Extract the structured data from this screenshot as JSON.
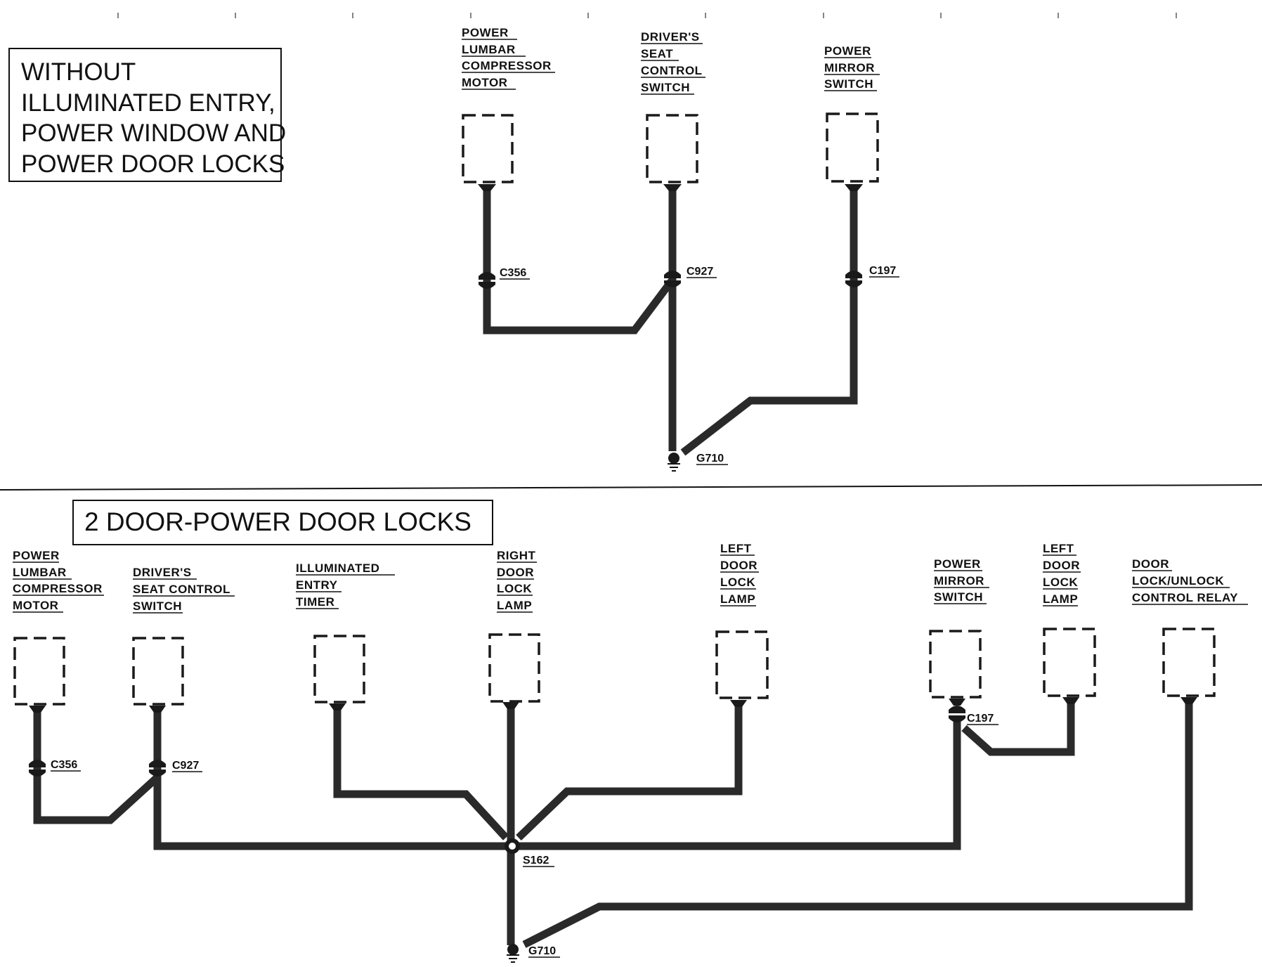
{
  "top_section": {
    "title_lines": [
      "WITHOUT",
      "ILLUMINATED ENTRY,",
      "POWER WINDOW AND",
      "POWER DOOR LOCKS"
    ],
    "components": [
      {
        "label": [
          "POWER",
          "LUMBAR",
          "COMPRESSOR",
          "MOTOR"
        ],
        "connector": "C356"
      },
      {
        "label": [
          "DRIVER'S",
          "SEAT",
          "CONTROL",
          "SWITCH"
        ],
        "connector": "C927"
      },
      {
        "label": [
          "POWER",
          "MIRROR",
          "SWITCH"
        ],
        "connector": "C197"
      }
    ],
    "ground": "G710"
  },
  "bottom_section": {
    "title": "2 DOOR-POWER DOOR LOCKS",
    "components": [
      {
        "label": [
          "POWER",
          "LUMBAR",
          "COMPRESSOR",
          "MOTOR"
        ],
        "connector": "C356"
      },
      {
        "label": [
          "DRIVER'S",
          "SEAT CONTROL",
          "SWITCH"
        ],
        "connector": "C927"
      },
      {
        "label": [
          "ILLUMINATED",
          "ENTRY",
          "TIMER"
        ]
      },
      {
        "label": [
          "RIGHT",
          "DOOR",
          "LOCK",
          "LAMP"
        ]
      },
      {
        "label": [
          "LEFT",
          "DOOR",
          "LOCK",
          "LAMP"
        ]
      },
      {
        "label": [
          "POWER",
          "MIRROR",
          "SWITCH"
        ],
        "connector": "C197"
      },
      {
        "label": [
          "LEFT",
          "DOOR",
          "LOCK",
          "LAMP"
        ]
      },
      {
        "label": [
          "DOOR",
          "LOCK/UNLOCK",
          "CONTROL RELAY"
        ]
      }
    ],
    "splice": "S162",
    "ground": "G710"
  }
}
